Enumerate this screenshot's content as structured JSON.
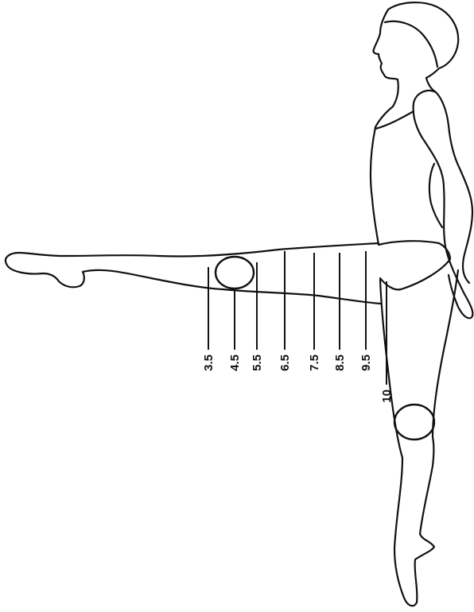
{
  "diagram": {
    "colors": {
      "line": "#111111",
      "background": "#ffffff"
    },
    "measurements": [
      {
        "id": "m35",
        "label": "3.5"
      },
      {
        "id": "m45",
        "label": "4.5"
      },
      {
        "id": "m55",
        "label": "5.5"
      },
      {
        "id": "m65",
        "label": "6.5"
      },
      {
        "id": "m75",
        "label": "7.5"
      },
      {
        "id": "m85",
        "label": "8.5"
      },
      {
        "id": "m95",
        "label": "9.5"
      },
      {
        "id": "m10",
        "label": "10"
      }
    ],
    "markers": [
      "extended-knee-marker",
      "standing-knee-marker"
    ]
  }
}
